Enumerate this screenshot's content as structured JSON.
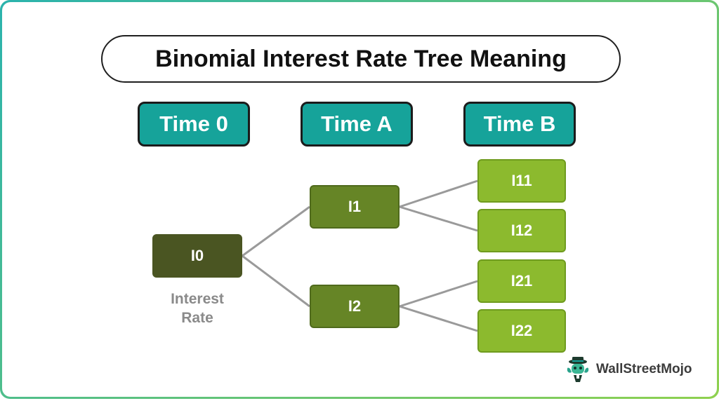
{
  "title": "Binomial Interest Rate Tree Meaning",
  "time_headers": [
    "Time 0",
    "Time A",
    "Time B"
  ],
  "nodes": {
    "i0": "I0",
    "i1": "I1",
    "i2": "I2",
    "i11": "I11",
    "i12": "I12",
    "i21": "I21",
    "i22": "I22"
  },
  "interest_rate_label": [
    "Interest",
    "Rate"
  ],
  "brand": {
    "logo_text": "WallStreetMojo"
  },
  "colors": {
    "frame_gradient_start": "#2bb3ad",
    "frame_gradient_end": "#8fd14f",
    "header_fill": "#16a39a",
    "root_node": "#4a5522",
    "mid_node": "#668526",
    "mid_node_border": "#4f6a1c",
    "leaf_node": "#8cba2e",
    "leaf_node_border": "#6f9b1e",
    "connector": "#9a9a9a"
  }
}
